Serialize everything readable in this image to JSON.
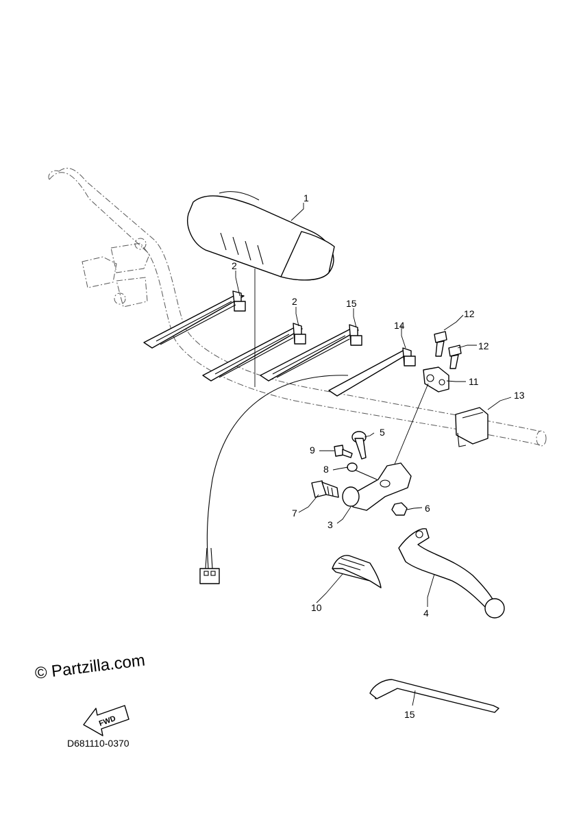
{
  "callouts": {
    "c1": "1",
    "c2a": "2",
    "c2b": "2",
    "c15a": "15",
    "c14": "14",
    "c12a": "12",
    "c12b": "12",
    "c11": "11",
    "c13": "13",
    "c5": "5",
    "c9": "9",
    "c8": "8",
    "c7": "7",
    "c3": "3",
    "c6": "6",
    "c10": "10",
    "c4": "4",
    "c15b": "15"
  },
  "watermark": "© Partzilla.com",
  "fwd_label": "FWD",
  "diagram_code": "D681110-0370"
}
